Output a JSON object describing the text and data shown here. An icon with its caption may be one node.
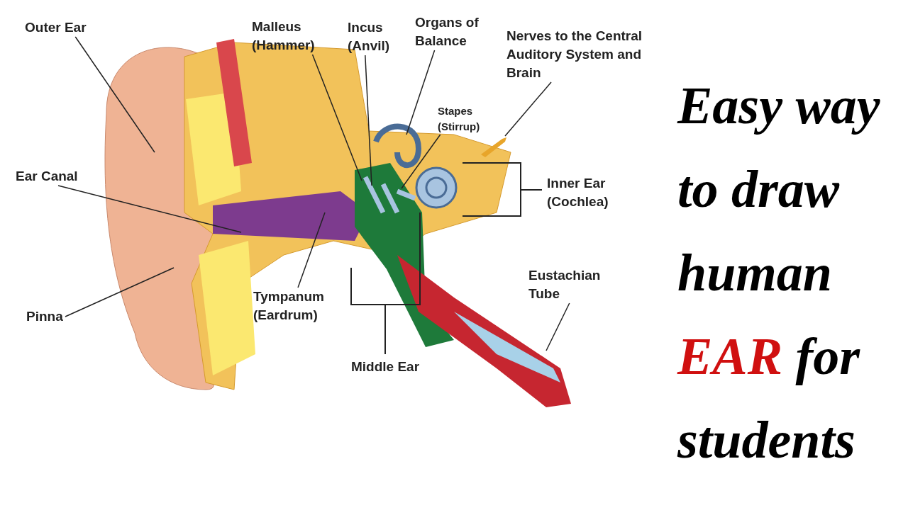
{
  "diagram": {
    "title": "Easy way to draw human EAR for students",
    "nodes": [
      {
        "text": [
          "Outer Ear"
        ]
      },
      {
        "text": [
          "Malleus (Hammer)"
        ]
      },
      {
        "text": [
          "Incus (Anvil)"
        ]
      },
      {
        "text": [
          "Organs of Balance"
        ]
      },
      {
        "text": [
          "Nerves to the Central Auditory System and Brain"
        ]
      },
      {
        "text": [
          "Stapes (Stirrup)"
        ]
      },
      {
        "text": [
          "Ear Canal"
        ]
      },
      {
        "text": [
          "Inner Ear (Cochlea)"
        ]
      },
      {
        "text": [
          "Eustachian Tube"
        ]
      },
      {
        "text": [
          "Tympanum (Eardrum)"
        ]
      },
      {
        "text": [
          "Pinna"
        ]
      },
      {
        "text": [
          "Middle Ear"
        ]
      }
    ],
    "edges": [
      {
        "from": 0,
        "to": null,
        "arrow": "none"
      },
      {
        "from": 1,
        "to": null,
        "arrow": "none"
      },
      {
        "from": 2,
        "to": null,
        "arrow": "none"
      },
      {
        "from": 3,
        "to": null,
        "arrow": "none"
      },
      {
        "from": 4,
        "to": null,
        "arrow": "none"
      },
      {
        "from": 5,
        "to": null,
        "arrow": "none"
      },
      {
        "from": 6,
        "to": null,
        "arrow": "none"
      },
      {
        "from": 8,
        "to": null,
        "arrow": "none"
      },
      {
        "from": 9,
        "to": null,
        "arrow": "none"
      },
      {
        "from": 10,
        "to": null,
        "arrow": "none"
      }
    ]
  }
}
